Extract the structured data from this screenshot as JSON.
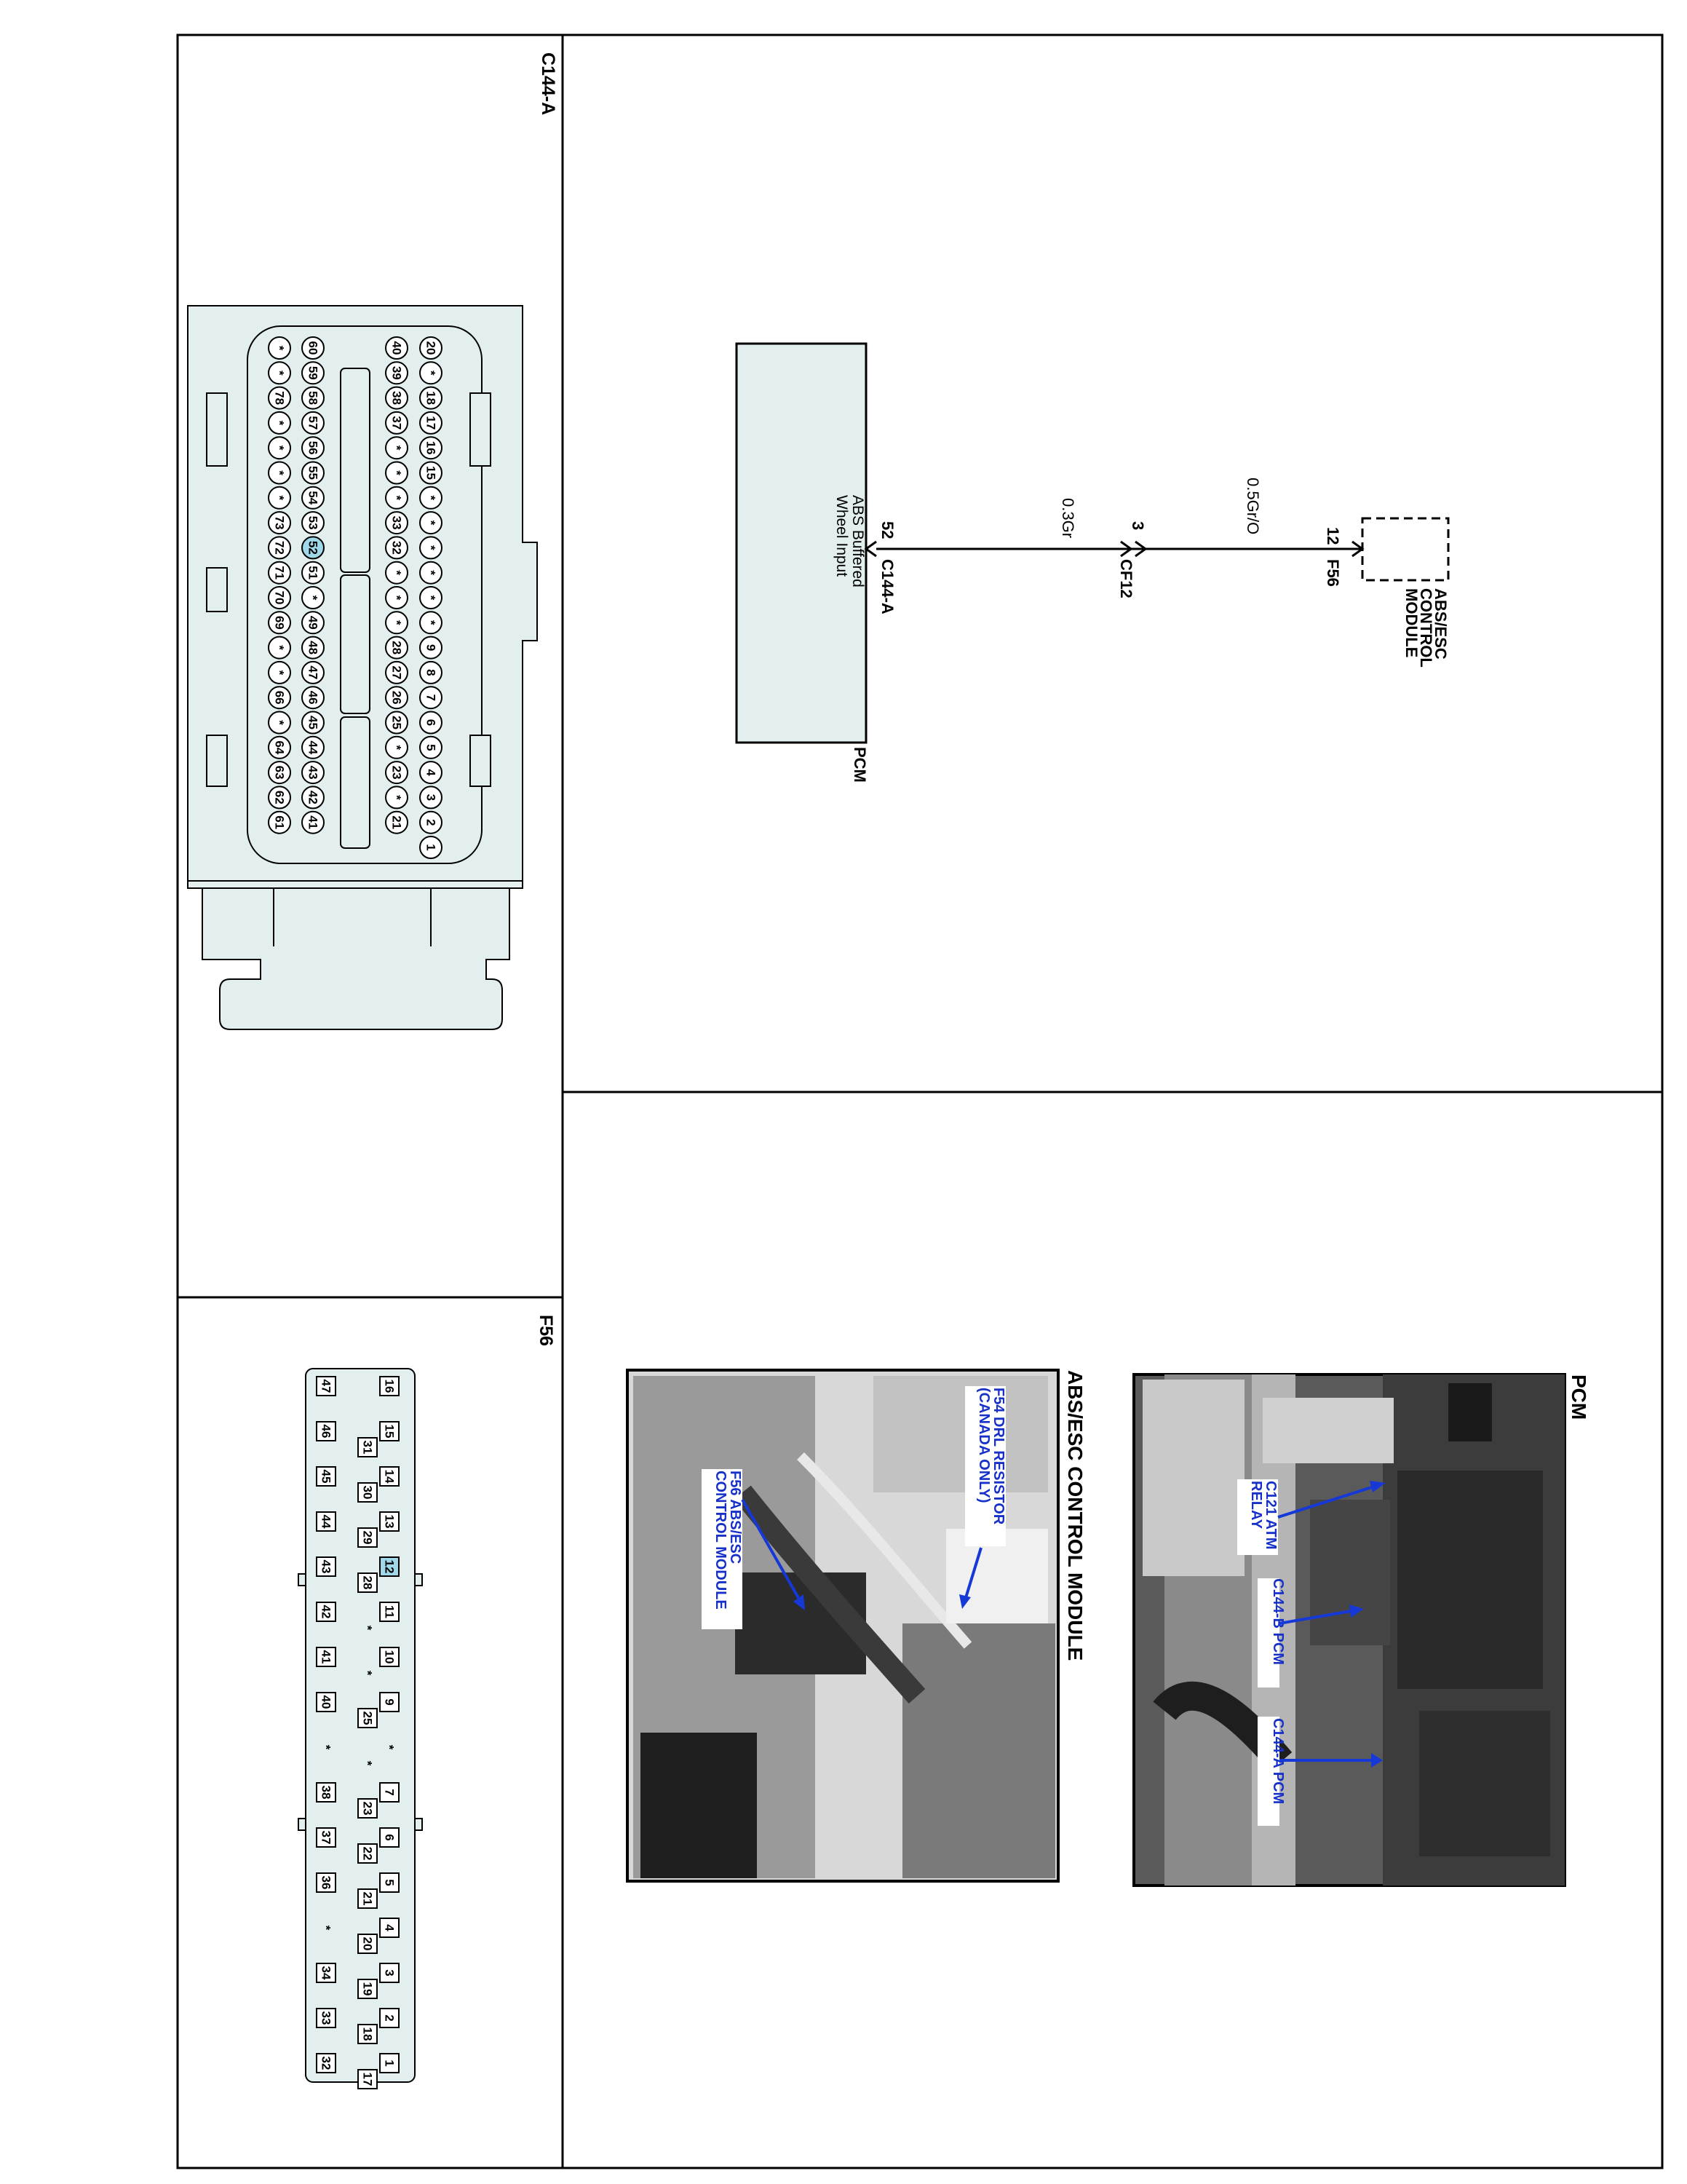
{
  "connectors": {
    "c144a_title": "C144-A",
    "f56_title": "F56",
    "c144a_pins": {
      "row_a": [
        "20",
        "*",
        "18",
        "17",
        "16",
        "15",
        "*",
        "*",
        "*",
        "*",
        "*",
        "*",
        "9",
        "8",
        "7",
        "6",
        "5",
        "4",
        "3",
        "2",
        "1"
      ],
      "row_b": [
        "40",
        "39",
        "38",
        "37",
        "*",
        "*",
        "*",
        "33",
        "32",
        "*",
        "*",
        "*",
        "28",
        "27",
        "26",
        "25",
        "*",
        "23",
        "*",
        "21"
      ],
      "row_c": [
        "60",
        "59",
        "58",
        "57",
        "56",
        "55",
        "54",
        "53",
        "52",
        "51",
        "*",
        "49",
        "48",
        "47",
        "46",
        "45",
        "44",
        "43",
        "42",
        "41"
      ],
      "row_d": [
        "*",
        "*",
        "78",
        "*",
        "*",
        "*",
        "*",
        "73",
        "72",
        "71",
        "70",
        "69",
        "*",
        "*",
        "66",
        "*",
        "64",
        "63",
        "62",
        "61"
      ],
      "highlight": "52"
    },
    "f56_pins": {
      "row_a": [
        "16",
        "15",
        "14",
        "13",
        "12",
        "11",
        "10",
        "9",
        "*",
        "7",
        "6",
        "5",
        "4",
        "3",
        "2",
        "1"
      ],
      "row_b": [
        "31",
        "30",
        "29",
        "28",
        "*",
        "*",
        "25",
        "*",
        "23",
        "22",
        "21",
        "20",
        "19",
        "18",
        "17"
      ],
      "row_c": [
        "47",
        "46",
        "45",
        "44",
        "43",
        "42",
        "41",
        "40",
        "*",
        "38",
        "37",
        "36",
        "*",
        "34",
        "33",
        "32"
      ],
      "highlight": "12"
    }
  },
  "schematic": {
    "module_label": [
      "ABS/ESC",
      "CONTROL",
      "MODULE"
    ],
    "module_pin": "12",
    "module_connector": "F56",
    "wire_top_label": "0.5Gr/O",
    "inline_pin": "3",
    "inline_connector": "CF12",
    "wire_bottom_label": "0.3Gr",
    "pcm_pin": "52",
    "pcm_connector": "C144-A",
    "pcm_circuit_label": [
      "ABS Buffered",
      "Wheel Input"
    ],
    "pcm_label": "PCM"
  },
  "photos": {
    "pcm": {
      "title": "PCM",
      "callouts": [
        [
          "C121 ATM",
          "RELAY"
        ],
        [
          "C144-B PCM"
        ],
        [
          "C144-A PCM"
        ]
      ]
    },
    "abs": {
      "title": "ABS/ESC CONTROL MODULE",
      "callouts": [
        [
          "F54 DRL RESISTOR",
          "(CANADA ONLY)"
        ],
        [
          "F56 ABS/ESC",
          "CONTROL MODULE"
        ]
      ]
    }
  },
  "colors": {
    "line": "#000000",
    "fill": "#e3eeee",
    "callout_text": "#1630c8",
    "callout_arrow": "#1638d6",
    "pin_highlight": "#9fd8e8"
  }
}
